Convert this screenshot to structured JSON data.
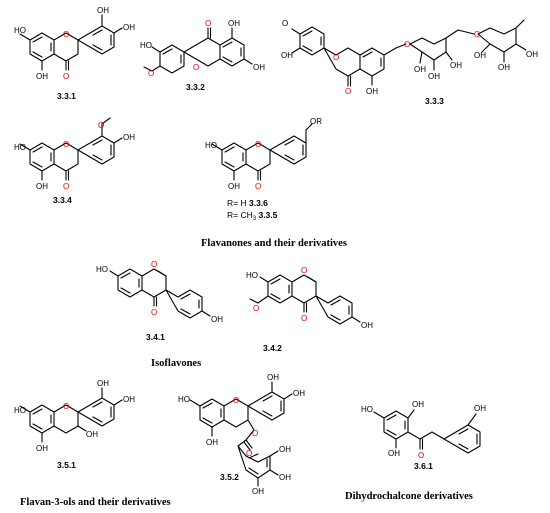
{
  "sections": {
    "flavanones": "Flavanones and their derivatives",
    "isoflavones": "Isoflavones",
    "flavan3ols": "Flavan-3-ols and their derivatives",
    "dihydrochalcones": "Dihydrochalcone derivatives"
  },
  "compounds": {
    "c331": "3.3.1",
    "c332": "3.3.2",
    "c333": "3.3.3",
    "c334": "3.3.4",
    "c336_335": "",
    "c341": "3.4.1",
    "c342": "3.4.2",
    "c351": "3.5.1",
    "c352": "3.5.2",
    "c361": "3.6.1"
  },
  "r_labels": {
    "r_h_prefix": "R= H",
    "r_h_id": "3.3.6",
    "r_ch3_prefix": "R= CH",
    "r_ch3_sub": "3",
    "r_ch3_id": "3.3.5"
  },
  "atom_labels": {
    "oh": "OH",
    "ho": "HO",
    "o": "O",
    "or": "OR"
  }
}
